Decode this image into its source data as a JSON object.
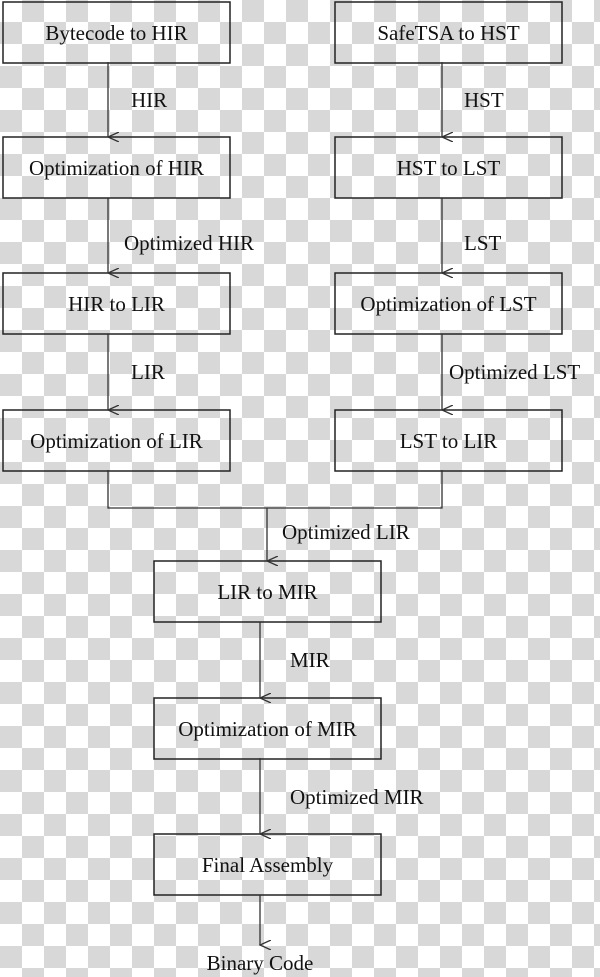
{
  "boxes": {
    "bytecode_to_hir": "Bytecode to HIR",
    "optimization_of_hir": "Optimization of HIR",
    "hir_to_lir": "HIR to LIR",
    "optimization_of_lir": "Optimization of LIR",
    "safetsa_to_hst": "SafeTSA to HST",
    "hst_to_lst": "HST to LST",
    "optimization_of_lst": "Optimization of LST",
    "lst_to_lir": "LST to LIR",
    "lir_to_mir": "LIR to MIR",
    "optimization_of_mir": "Optimization of MIR",
    "final_assembly": "Final Assembly"
  },
  "edges": {
    "hir": "HIR",
    "optimized_hir": "Optimized HIR",
    "lir": "LIR",
    "hst": "HST",
    "lst": "LST",
    "optimized_lst": "Optimized LST",
    "optimized_lir": "Optimized LIR",
    "mir": "MIR",
    "optimized_mir": "Optimized MIR",
    "binary_code": "Binary Code"
  }
}
